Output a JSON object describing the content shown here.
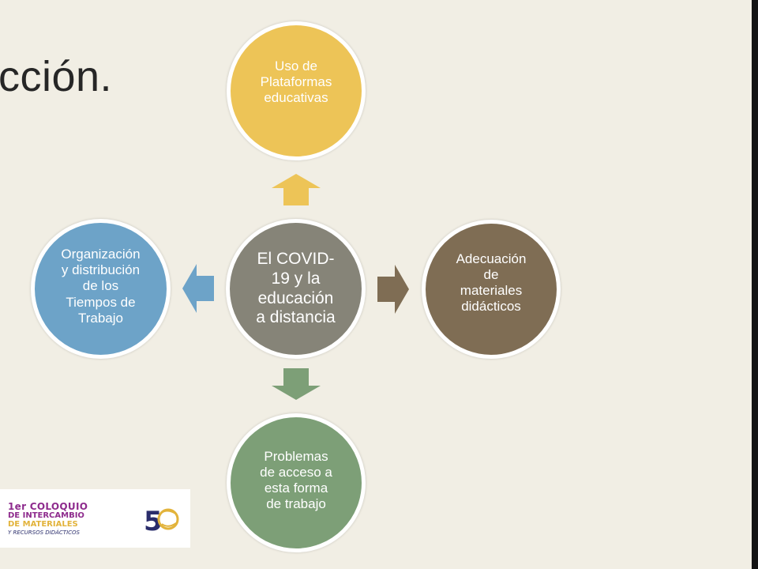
{
  "slide": {
    "title": "cción."
  },
  "diagram": {
    "center": {
      "label": "El COVID-\n19 y la\neducación\na distancia",
      "color": "#868478"
    },
    "top": {
      "label": "Uso de\nPlataformas\neducativas",
      "color": "#edc457"
    },
    "left": {
      "label": "Organización\ny distribución\nde los\nTiempos de\nTrabajo",
      "color": "#6da3c8"
    },
    "right": {
      "label": "Adecuación\nde\nmateriales\ndidácticos",
      "color": "#7f6d54"
    },
    "bottom": {
      "label": "Problemas\nde acceso a\nesta forma\nde trabajo",
      "color": "#7d9f77"
    }
  },
  "logo": {
    "line1": "1er COLOQUIO",
    "line2": "DE INTERCAMBIO",
    "line3": "DE MATERIALES",
    "line4": "Y RECURSOS DIDÁCTICOS",
    "anniversary": "50"
  },
  "icons": {
    "arrow_up": "arrow-up-icon",
    "arrow_down": "arrow-down-icon",
    "arrow_left": "arrow-left-icon",
    "arrow_right": "arrow-right-icon"
  }
}
